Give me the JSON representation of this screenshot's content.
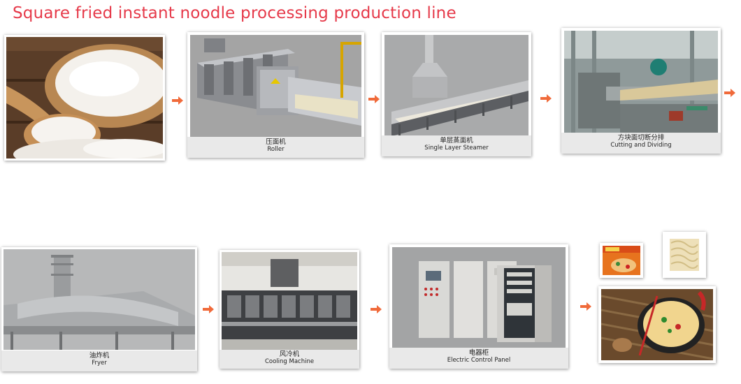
{
  "title": "Square fried instant noodle processing production line",
  "accent_color": "#e63a4a",
  "arrow_color": "#f06a3a",
  "steps": [
    {
      "cn": "",
      "en": ""
    },
    {
      "cn": "压面机",
      "en": "Roller"
    },
    {
      "cn": "单层蒸面机",
      "en": "Single Layer Steamer"
    },
    {
      "cn": "方块面切断分排",
      "en": "Cutting and Dividing"
    },
    {
      "cn": "油炸机",
      "en": "Fryer"
    },
    {
      "cn": "风冷机",
      "en": "Cooling Machine"
    },
    {
      "cn": "电器柜",
      "en": "Electric Control Panel"
    }
  ],
  "icons": [
    "flour-photo",
    "roller-photo",
    "steamer-photo",
    "cutting-photo",
    "fryer-photo",
    "cooling-photo",
    "control-panel-photo",
    "noodle-product-photo"
  ]
}
